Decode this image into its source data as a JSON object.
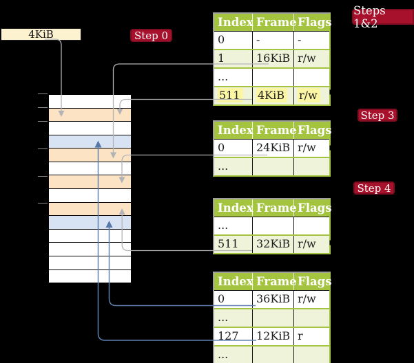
{
  "colors": {
    "background": "#000000",
    "badge_red": "#a8112c",
    "badge_border": "#7f0c20",
    "table_header_green": "#a4c43f",
    "table_row_green": "#eef3da",
    "highlight_yellow": "#fbf6a3",
    "frame_box_cream": "#fcf2d0",
    "memory_orange": "#fbe3c4",
    "memory_blue": "#d7e3f3",
    "gray_arrow": "#b3b3b6",
    "blue_arrow": "#6080ae"
  },
  "frame_box": {
    "label": "4KiB"
  },
  "steps": [
    {
      "label": "Step 0"
    },
    {
      "label": "Steps 1&2"
    },
    {
      "label": "Step 3"
    },
    {
      "label": "Step 4"
    }
  ],
  "memory": {
    "rows": [
      {
        "shade": "plain"
      },
      {
        "shade": "orange"
      },
      {
        "shade": "plain"
      },
      {
        "shade": "blue"
      },
      {
        "shade": "orange"
      },
      {
        "shade": "plain"
      },
      {
        "shade": "orange"
      },
      {
        "shade": "plain"
      },
      {
        "shade": "orange"
      },
      {
        "shade": "blue"
      },
      {
        "shade": "plain"
      },
      {
        "shade": "plain"
      },
      {
        "shade": "plain"
      },
      {
        "shade": "plain"
      }
    ]
  },
  "table_headers": [
    "Index",
    "Frame",
    "Flags"
  ],
  "tables": [
    {
      "rows": [
        {
          "index": "0",
          "frame": "-",
          "flags": "-",
          "highlight": false
        },
        {
          "index": "1",
          "frame": "16KiB",
          "flags": "r/w",
          "highlight": false
        },
        {
          "index": "...",
          "frame": "",
          "flags": "",
          "highlight": false
        },
        {
          "index": "511",
          "frame": "4KiB",
          "flags": "r/w",
          "highlight": true
        }
      ]
    },
    {
      "rows": [
        {
          "index": "0",
          "frame": "24KiB",
          "flags": "r/w",
          "highlight": false
        },
        {
          "index": "...",
          "frame": "",
          "flags": "",
          "highlight": false
        }
      ]
    },
    {
      "rows": [
        {
          "index": "...",
          "frame": "",
          "flags": "",
          "highlight": false
        },
        {
          "index": "511",
          "frame": "32KiB",
          "flags": "r/w",
          "highlight": false
        }
      ]
    },
    {
      "rows": [
        {
          "index": "0",
          "frame": "36KiB",
          "flags": "r/w",
          "highlight": false
        },
        {
          "index": "...",
          "frame": "",
          "flags": "",
          "highlight": false
        },
        {
          "index": "127",
          "frame": "12KiB",
          "flags": "r",
          "highlight": false
        },
        {
          "index": "...",
          "frame": "",
          "flags": "",
          "highlight": false
        }
      ]
    }
  ]
}
